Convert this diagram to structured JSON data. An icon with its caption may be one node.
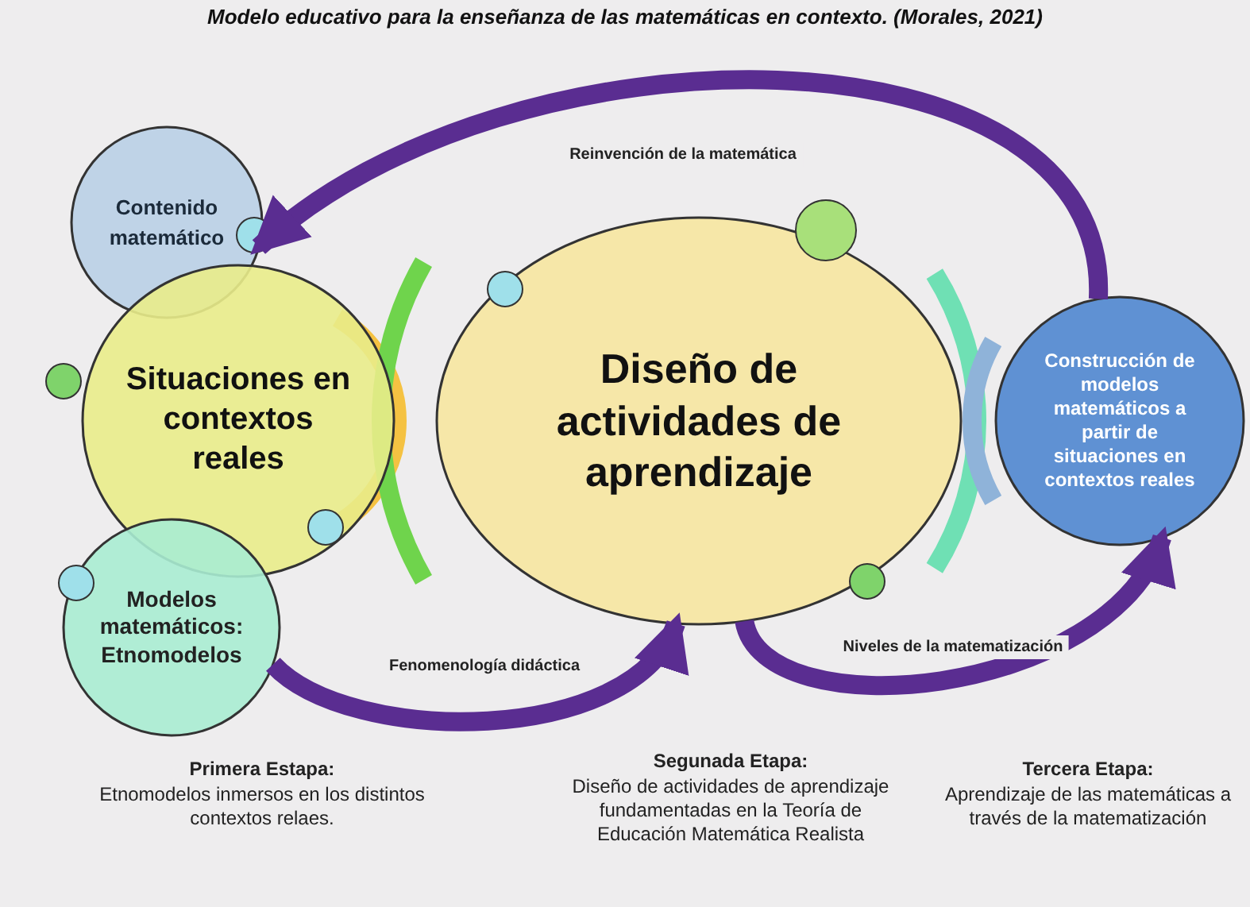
{
  "diagram": {
    "title": "Modelo educativo para la enseñanza de las matemáticas en contexto. (Morales, 2021)",
    "nodes": [
      {
        "text": [
          "Contenido matemático"
        ]
      },
      {
        "text": [
          "Situaciones en contextos reales"
        ]
      },
      {
        "text": [
          "Diseño de actividades de aprendizaje"
        ]
      },
      {
        "text": [
          "Construcción de modelos matemáticos a partir de situaciones en contextos reales"
        ]
      },
      {
        "text": [
          "Modelos matemáticos: Etnomodelos"
        ]
      }
    ],
    "edges": [
      {
        "from": 3,
        "to": 0,
        "arrow": "to",
        "label": "Reinvención de la matemática"
      },
      {
        "from": 4,
        "to": 2,
        "arrow": "to",
        "label": "Fenomenología didáctica"
      },
      {
        "from": 2,
        "to": 3,
        "arrow": "to",
        "label": "Niveles de la matematización"
      }
    ],
    "labels": [
      "Primera Estapa:",
      "Etnomodelos inmersos en los distintos contextos relaes.",
      "Segunada Etapa:",
      "Diseño de actividades de aprendizaje fundamentadas en la Teoría de Educación Matemática Realista",
      "Tercera Etapa:",
      "Aprendizaje de las matemáticas a través de la matematización"
    ]
  }
}
